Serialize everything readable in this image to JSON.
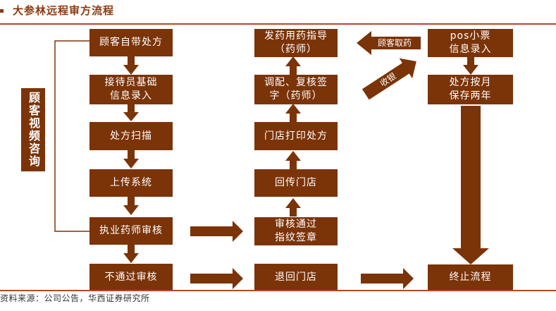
{
  "header": {
    "title": "大参林远程审方流程"
  },
  "side_label": "顾客视频咨询",
  "left_column": {
    "customer_prescription": "顾客自带处方",
    "receptionist_entry": "接待员基础\n信息录入",
    "scan_prescription": "处方扫描",
    "upload_system": "上传系统",
    "pharmacist_review": "执业药师审核",
    "review_failed": "不通过审核"
  },
  "middle_column": {
    "pass_review": "审核通过\n指纹签章",
    "return_store": "回传门店",
    "store_print": "门店打印处方",
    "dispense_check": "调配、复核签\n字（药师）",
    "dispense_guide": "发药用药指导\n（药师）",
    "return_store_fail": "退回门店"
  },
  "right_column": {
    "pos_receipt": "pos小票\n信息录入",
    "monthly_save": "处方按月\n保存两年",
    "end_process": "终止流程"
  },
  "arrow_labels": {
    "customer_pickup": "顾客取药",
    "cashier": "收银"
  },
  "footer": {
    "source": "资料来源：公司公告，华西证券研究所"
  },
  "colors": {
    "box": "#7B3308",
    "arrow": "#7B3308",
    "rule": "#B5462A"
  }
}
